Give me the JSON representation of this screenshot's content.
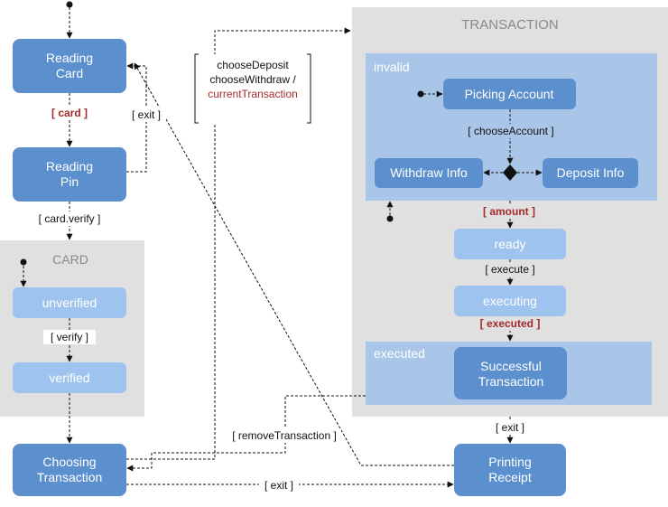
{
  "nodes": {
    "reading_card": [
      "Reading",
      "Card"
    ],
    "reading_pin": [
      "Reading",
      "Pin"
    ],
    "unverified": "unverified",
    "verified": "verified",
    "choosing_transaction": [
      "Choosing",
      "Transaction"
    ],
    "picking_account": "Picking Account",
    "withdraw_info": "Withdraw Info",
    "deposit_info": "Deposit Info",
    "ready": "ready",
    "executing": "executing",
    "successful_transaction": [
      "Successful",
      "Transaction"
    ],
    "printing_receipt": [
      "Printing",
      "Receipt"
    ]
  },
  "regions": {
    "card_title": "CARD",
    "transaction_title": "TRANSACTION",
    "invalid_title": "invalid",
    "executed_title": "executed"
  },
  "labels": {
    "guard_card": "[ card ]",
    "exit_pin": "[ exit ]",
    "card_verify": "[ card.verify ]",
    "verify": "[ verify ]",
    "choose_deposit": "chooseDeposit",
    "choose_withdraw": "chooseWithdraw /",
    "current_transaction": "currentTransaction",
    "choose_account": "[ chooseAccount ]",
    "amount": "[ amount ]",
    "execute": "[ execute ]",
    "executed_guard": "[ executed ]",
    "exit_tx": "[ exit ]",
    "remove_transaction": "[ removeTransaction ]",
    "exit_bottom": "[ exit ]"
  },
  "colors": {
    "state_dark": "#5b8fcd",
    "state_light": "#9ec3ee",
    "region_blue": "#a9c6e8",
    "composite_grey": "#e0e0e0",
    "guard_red": "#a52a2a"
  }
}
